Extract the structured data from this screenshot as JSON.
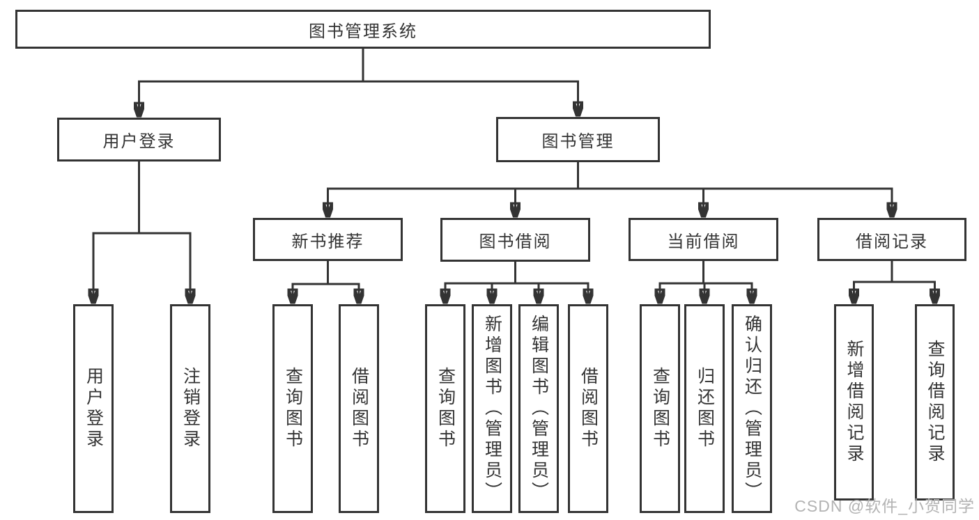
{
  "tree": {
    "root": "图书管理系统",
    "children": [
      {
        "label": "用户登录",
        "children": [
          "用户登录",
          "注销登录"
        ]
      },
      {
        "label": "图书管理",
        "children": [
          {
            "label": "新书推荐",
            "children": [
              "查询图书",
              "借阅图书"
            ]
          },
          {
            "label": "图书借阅",
            "children": [
              "查询图书",
              "新增图书（管理员）",
              "编辑图书（管理员）",
              "借阅图书"
            ]
          },
          {
            "label": "当前借阅",
            "children": [
              "查询图书",
              "归还图书",
              "确认归还（管理员）"
            ]
          },
          {
            "label": "借阅记录",
            "children": [
              "新增借阅记录",
              "查询借阅记录"
            ]
          }
        ]
      }
    ]
  },
  "watermark": "CSDN @软件_小贺同学",
  "colors": {
    "line": "#333333",
    "text": "#333333",
    "box_bg": "#ffffff",
    "watermark": "#b3b3b3",
    "background": "#ffffff"
  }
}
